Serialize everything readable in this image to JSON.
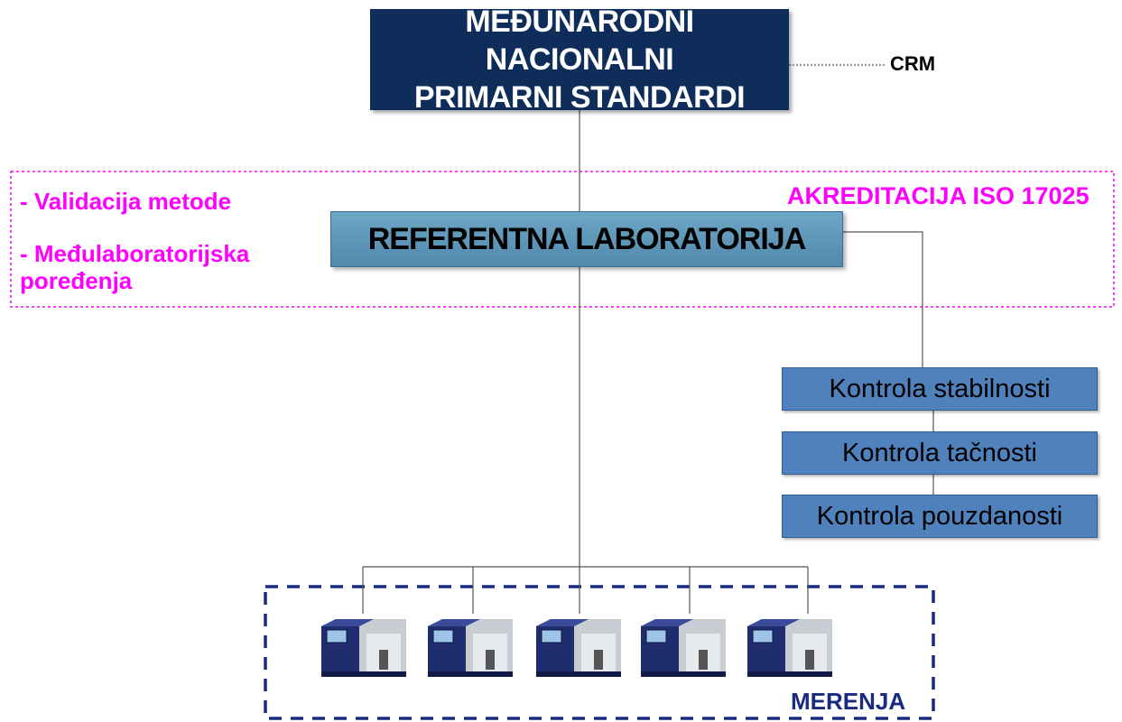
{
  "top_box": {
    "line1": "MEĐUNARODNI NACIONALNI",
    "line2": "PRIMARNI STANDARDI"
  },
  "crm_label": "CRM",
  "accreditation_label": "AKREDITACIJA ISO 17025",
  "left_notes": {
    "item1": "- Validacija metode",
    "item2_line1": "- Međulaboratorijska",
    "item2_line2": "poređenja"
  },
  "reference_box": "REFERENTNA LABORATORIJA",
  "controls": [
    "Kontrola stabilnosti",
    "Kontrola tačnosti",
    "Kontrola pouzdanosti"
  ],
  "measurements_label": "MERENJA",
  "devices": [
    "analyzer-1",
    "analyzer-2",
    "analyzer-3",
    "analyzer-4",
    "analyzer-5"
  ],
  "colors": {
    "top_box": "#0f2d5a",
    "reference_box": "#5a93b6",
    "control_box": "#4f81bd",
    "accreditation_border": "#ff00ff",
    "measurement_border": "#1a2a80"
  }
}
